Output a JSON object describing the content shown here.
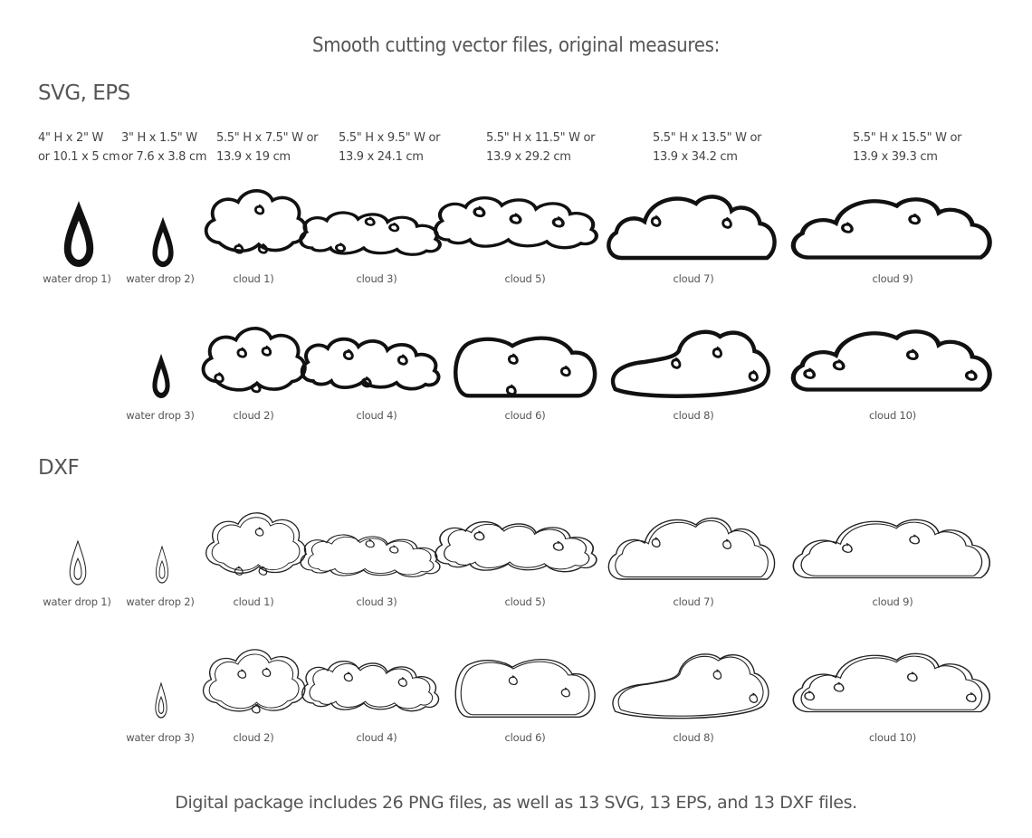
{
  "header": {
    "title": "Smooth cutting vector files, original measures:"
  },
  "sections": {
    "svg_eps": "SVG, EPS",
    "dxf": "DXF"
  },
  "sizes": [
    {
      "line1": "4\" H x 2\" W",
      "line2": "or 10.1 x 5 cm"
    },
    {
      "line1": "3\" H x 1.5\" W",
      "line2": "or 7.6 x 3.8 cm"
    },
    {
      "line1": "5.5\" H x 7.5\" W or",
      "line2": "13.9 x 19 cm"
    },
    {
      "line1": "5.5\" H x 9.5\" W or",
      "line2": "13.9 x 24.1 cm"
    },
    {
      "line1": "5.5\" H x 11.5\" W or",
      "line2": "13.9 x 29.2 cm"
    },
    {
      "line1": "5.5\" H x 13.5\" W or",
      "line2": "13.9 x 34.2 cm"
    },
    {
      "line1": "5.5\" H x 15.5\" W or",
      "line2": "13.9 x 39.3 cm"
    }
  ],
  "labels": {
    "row1": [
      "water drop 1)",
      "water drop 2)",
      "cloud 1)",
      "cloud 3)",
      "cloud 5)",
      "cloud 7)",
      "cloud 9)"
    ],
    "row2": [
      "water drop 3)",
      "cloud 2)",
      "cloud 4)",
      "cloud 6)",
      "cloud 8)",
      "cloud 10)"
    ],
    "row3": [
      "water drop 1)",
      "water drop 2)",
      "cloud 1)",
      "cloud 3)",
      "cloud 5)",
      "cloud 7)",
      "cloud 9)"
    ],
    "row4": [
      "water drop 3)",
      "cloud 2)",
      "cloud 4)",
      "cloud 6)",
      "cloud 8)",
      "cloud 10)"
    ]
  },
  "footer": {
    "text": "Digital package includes 26 PNG files, as well as 13 SVG, 13 EPS, and 13 DXF files."
  }
}
